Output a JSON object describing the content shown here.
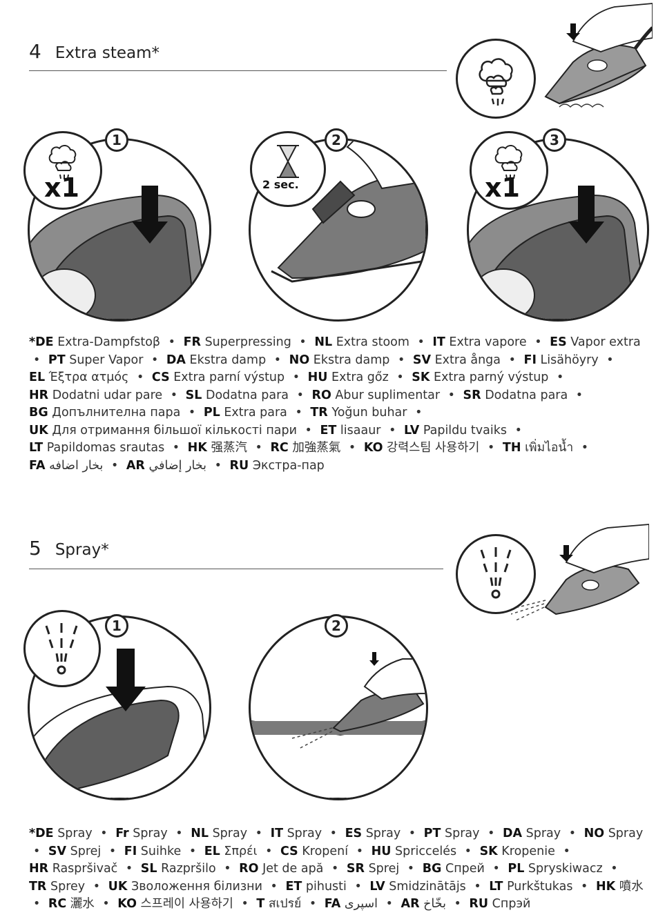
{
  "extra_steam": {
    "number": "4",
    "title": "Extra steam*",
    "steps": [
      {
        "badge": "1",
        "icon_text": "x1"
      },
      {
        "badge": "2",
        "icon_text": "2 sec."
      },
      {
        "badge": "3",
        "icon_text": "x1"
      }
    ],
    "translations": [
      {
        "code": "*DE",
        "text": "Extra-Dampfstoβ"
      },
      {
        "code": "FR",
        "text": "Superpressing"
      },
      {
        "code": "NL",
        "text": "Extra stoom"
      },
      {
        "code": "IT",
        "text": "Extra vapore"
      },
      {
        "code": "ES",
        "text": "Vapor extra"
      },
      {
        "code": "PT",
        "text": "Super Vapor"
      },
      {
        "code": "DA",
        "text": "Ekstra damp"
      },
      {
        "code": "NO",
        "text": "Ekstra damp"
      },
      {
        "code": "SV",
        "text": "Extra ånga"
      },
      {
        "code": "FI",
        "text": "Lisähöyry"
      },
      {
        "code": "EL",
        "text": "Έξτρα ατμός"
      },
      {
        "code": "CS",
        "text": "Extra parní výstup"
      },
      {
        "code": "HU",
        "text": "Extra gőz"
      },
      {
        "code": "SK",
        "text": "Extra parný výstup"
      },
      {
        "code": "HR",
        "text": "Dodatni udar pare"
      },
      {
        "code": "SL",
        "text": "Dodatna para"
      },
      {
        "code": "RO",
        "text": "Abur suplimentar"
      },
      {
        "code": "SR",
        "text": "Dodatna para"
      },
      {
        "code": "BG",
        "text": "Допълнителна пара"
      },
      {
        "code": "PL",
        "text": "Extra para"
      },
      {
        "code": "TR",
        "text": "Yoğun buhar"
      },
      {
        "code": "UK",
        "text": "Для отримання більшої кількості пари"
      },
      {
        "code": "ET",
        "text": "lisaaur"
      },
      {
        "code": "LV",
        "text": "Papildu tvaiks"
      },
      {
        "code": "LT",
        "text": "Papildomas srautas"
      },
      {
        "code": "HK",
        "text": "强蒸汽"
      },
      {
        "code": "RC",
        "text": "加強蒸氣"
      },
      {
        "code": "KO",
        "text": "강력스팀 사용하기"
      },
      {
        "code": "TH",
        "text": "เพิ่มไอน้ำ"
      },
      {
        "code": "FA",
        "text": "بخار اضافه"
      },
      {
        "code": "AR",
        "text": "بخار إضافي"
      },
      {
        "code": "RU",
        "text": "Экстра-пар"
      }
    ]
  },
  "spray": {
    "number": "5",
    "title": "Spray*",
    "steps": [
      {
        "badge": "1"
      },
      {
        "badge": "2"
      }
    ],
    "translations": [
      {
        "code": "*DE",
        "text": "Spray"
      },
      {
        "code": "Fr",
        "text": "Spray"
      },
      {
        "code": "NL",
        "text": "Spray"
      },
      {
        "code": "IT",
        "text": "Spray"
      },
      {
        "code": "ES",
        "text": "Spray"
      },
      {
        "code": "PT",
        "text": "Spray"
      },
      {
        "code": "DA",
        "text": "Spray"
      },
      {
        "code": "NO",
        "text": "Spray"
      },
      {
        "code": "SV",
        "text": "Sprej"
      },
      {
        "code": "FI",
        "text": "Suihke"
      },
      {
        "code": "EL",
        "text": "Σπρέι"
      },
      {
        "code": "CS",
        "text": "Kropení"
      },
      {
        "code": "HU",
        "text": "Spriccelés"
      },
      {
        "code": "SK",
        "text": "Kropenie"
      },
      {
        "code": "HR",
        "text": "Raspršivač"
      },
      {
        "code": "SL",
        "text": "Razpršilo"
      },
      {
        "code": "RO",
        "text": "Jet de apă"
      },
      {
        "code": "SR",
        "text": "Sprej"
      },
      {
        "code": "BG",
        "text": "Спрей"
      },
      {
        "code": "PL",
        "text": "Spryskiwacz"
      },
      {
        "code": "TR",
        "text": "Sprey"
      },
      {
        "code": "UK",
        "text": "Зволоження білизни"
      },
      {
        "code": "ET",
        "text": "pihusti"
      },
      {
        "code": "LV",
        "text": "Smidzinātājs"
      },
      {
        "code": "LT",
        "text": "Purkštukas"
      },
      {
        "code": "HK",
        "text": "噴水"
      },
      {
        "code": "RC",
        "text": "灑水"
      },
      {
        "code": "KO",
        "text": "스프레이 사용하기"
      },
      {
        "code": "T",
        "text": "สเปรย์"
      },
      {
        "code": "FA",
        "text": "اسپری"
      },
      {
        "code": "AR",
        "text": "بخّاخ"
      },
      {
        "code": "RU",
        "text": "Спрэй"
      }
    ]
  },
  "icons": {
    "steam": "steam-cloud-icon",
    "hourglass": "hourglass-icon",
    "spray": "spray-drops-icon",
    "press": "press-arrow-icon"
  }
}
